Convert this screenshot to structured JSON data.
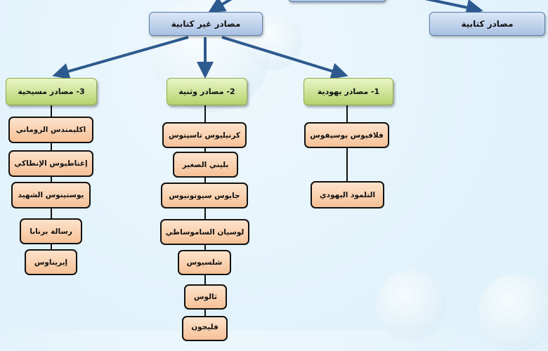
{
  "root": {
    "unwritten": "مصادر غير كتابية",
    "written": "مصادر كتابية"
  },
  "categories": [
    {
      "label": "3- مصادر مسيحية",
      "items": [
        "اكليمندس الروماني",
        "إغناطيوس الإنطاكي",
        "يوستينوس الشهيد",
        "رسالة برنابا",
        "إيريناوس"
      ]
    },
    {
      "label": "2- مصادر وثنية",
      "items": [
        "كرنيليوس تاسيتوس",
        "بليني الصغير",
        "جايوس سيوتونيوس",
        "لوسيان الساموساطي",
        "شلسيوس",
        "ثالوس",
        "فليجون"
      ]
    },
    {
      "label": "1- مصادر يهودية",
      "items": [
        "فلافيوس يوسيفوس",
        "التلمود اليهودي"
      ]
    }
  ],
  "colors": {
    "arrow": "#2d5a8e"
  }
}
